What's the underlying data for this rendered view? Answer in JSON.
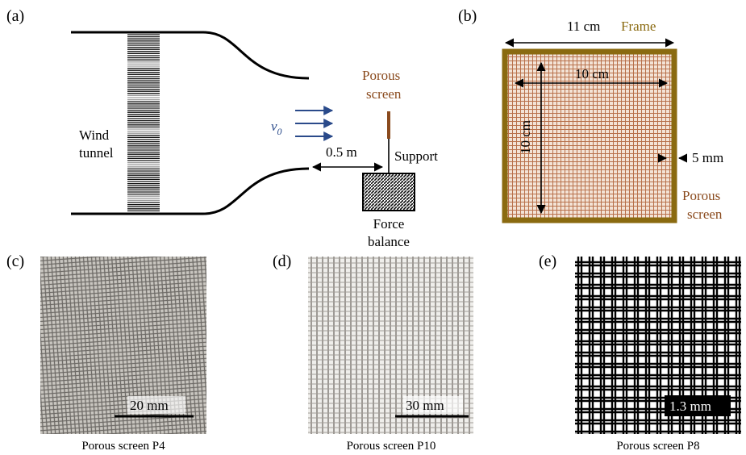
{
  "panels": {
    "a": {
      "label": "(a)",
      "wind_tunnel_line1": "Wind",
      "wind_tunnel_line2": "tunnel",
      "velocity_symbol": "v",
      "velocity_subscript": "0",
      "distance": "0.5 m",
      "screen_line1": "Porous",
      "screen_line2": "screen",
      "support": "Support",
      "balance_line1": "Force",
      "balance_line2": "balance"
    },
    "b": {
      "label": "(b)",
      "outer_width": "11 cm",
      "frame": "Frame",
      "inner_width": "10 cm",
      "inner_height": "10 cm",
      "border": "5 mm",
      "screen_line1": "Porous",
      "screen_line2": "screen"
    },
    "c": {
      "label": "(c)",
      "scale": "20 mm",
      "caption": "Porous screen P4"
    },
    "d": {
      "label": "(d)",
      "scale": "30 mm",
      "caption": "Porous screen P10"
    },
    "e": {
      "label": "(e)",
      "scale": "1.3 mm",
      "caption": "Porous screen P8"
    }
  },
  "colors": {
    "screen_brown": "#8a4a1d",
    "frame_gold": "#8a6a10",
    "velocity_blue": "#2a4a8a"
  }
}
